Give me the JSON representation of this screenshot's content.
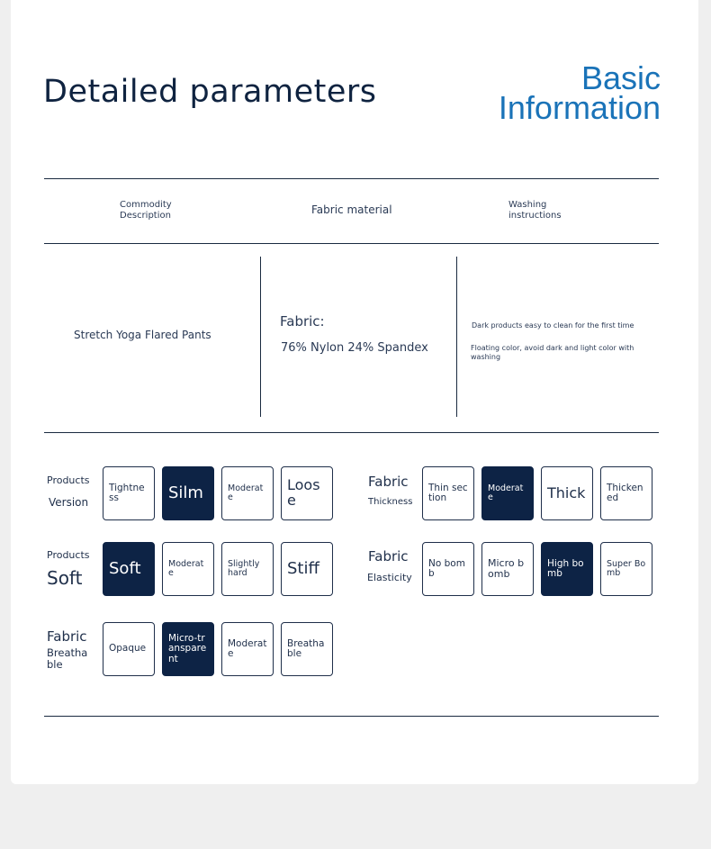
{
  "header": {
    "title": "Detailed parameters",
    "subtitle_line1": "Basic",
    "subtitle_line2": "Information"
  },
  "info_headers": {
    "commodity": "Commodity Description",
    "fabric": "Fabric material",
    "washing": "Washing instructions"
  },
  "info_values": {
    "commodity": "Stretch Yoga Flared Pants",
    "fabric_label": "Fabric:",
    "fabric_value": "76% Nylon 24% Spandex",
    "washing_1": "Dark products easy to clean for the first time",
    "washing_2": "Floating color, avoid dark and light color with washing"
  },
  "params": {
    "version": {
      "label_1": "Products",
      "label_2": "Version",
      "options": [
        "Tightness",
        "Silm",
        "Moderate",
        "Loose"
      ],
      "selected": "Silm"
    },
    "thickness": {
      "label_1": "Fabric",
      "label_2": "Thickness",
      "options": [
        "Thin section",
        "Moderate",
        "Thick",
        "Thickened"
      ],
      "selected": "Moderate"
    },
    "soft": {
      "label_1": "Products",
      "label_2": "Soft",
      "options": [
        "Soft",
        "Moderate",
        "Slightly hard",
        "Stiff"
      ],
      "selected": "Soft"
    },
    "elasticity": {
      "label_1": "Fabric",
      "label_2": "Elasticity",
      "options": [
        "No bomb",
        "Micro bomb",
        "High bomb",
        "Super Bomb"
      ],
      "selected": "High bomb"
    },
    "breathable": {
      "label_1": "Fabric",
      "label_2": "Breathable",
      "options": [
        "Opaque",
        "Micro-transparent",
        "Moderate",
        "Breathable"
      ],
      "selected": "Micro-transparent"
    }
  },
  "colors": {
    "selected_bg": "#0d2345",
    "accent": "#1a73b8",
    "page_bg": "#efefef"
  }
}
